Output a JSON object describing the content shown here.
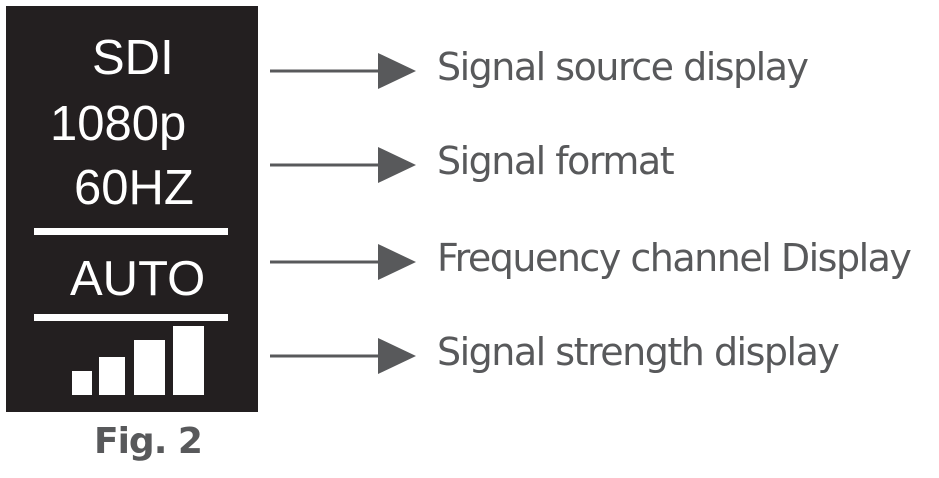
{
  "display": {
    "signal_source": "SDI",
    "resolution": "1080p",
    "frame_rate": "60HZ",
    "channel_mode": "AUTO",
    "signal_strength_bars": {
      "shown": 4,
      "total": 4
    }
  },
  "labels": {
    "source": "Signal source display",
    "format": "Signal format",
    "channel": "Frequency channel Display",
    "strength": "Signal strength display"
  },
  "caption": "Fig. 2",
  "colors": {
    "panel": "#231f20",
    "panel_text": "#ffffff",
    "arrow": "#58595b",
    "label_text": "#58595b"
  }
}
